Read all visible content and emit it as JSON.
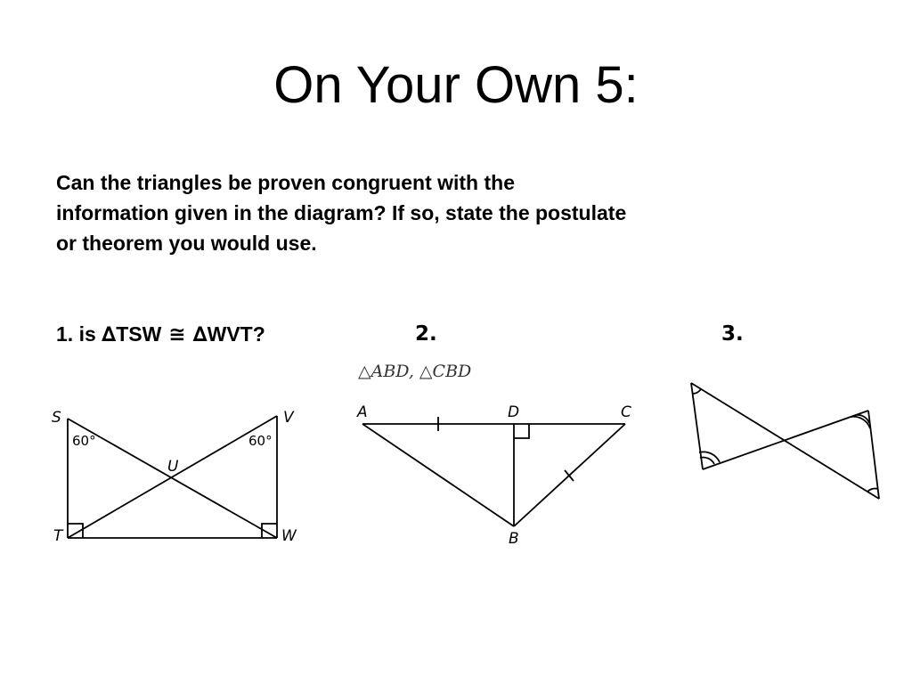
{
  "slide": {
    "title": "On Your Own 5:",
    "instructions": [
      "Can the triangles be proven congruent with the",
      "information given in the diagram?  If so, state the postulate",
      "or theorem you would use."
    ]
  },
  "questions": {
    "q1": {
      "prefix": "1. is ",
      "tri1_symbol": "∆",
      "tri1": "TSW",
      "congruent_symbol": " ≅ ",
      "tri2_symbol": "∆",
      "tri2": "WVT?"
    },
    "q2": {
      "number": "2."
    },
    "q3": {
      "number": "3."
    }
  },
  "figure1": {
    "vertices": {
      "s": "S",
      "v": "V",
      "t": "T",
      "w": "W",
      "u": "U"
    },
    "angle_s": "60°",
    "angle_v": "60°"
  },
  "figure2": {
    "caption": "△ABD, △CBD",
    "vertices": {
      "a": "A",
      "d": "D",
      "c": "C",
      "b": "B"
    }
  }
}
